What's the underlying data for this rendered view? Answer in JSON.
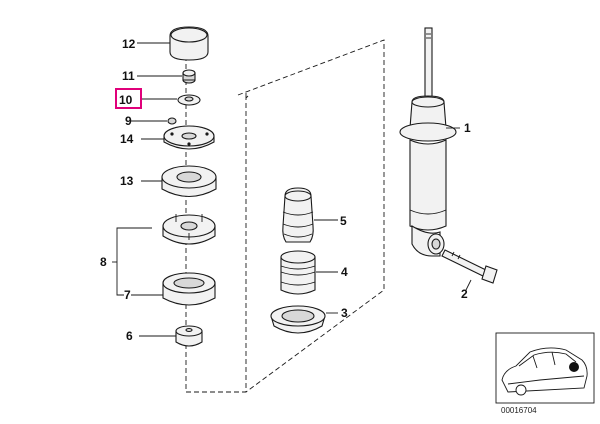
{
  "callouts": {
    "c1": "1",
    "c2": "2",
    "c3": "3",
    "c4": "4",
    "c5": "5",
    "c6": "6",
    "c7": "7",
    "c8": "8",
    "c9": "9",
    "c10": "10",
    "c11": "11",
    "c12": "12",
    "c13": "13",
    "c14": "14"
  },
  "highlighted_callout": "10",
  "diagram_id": "00016704",
  "colors": {
    "highlight": "#e0007a",
    "line": "#1a1a1a"
  },
  "icons": {
    "vehicle_thumbnail": "car-locator-icon"
  }
}
